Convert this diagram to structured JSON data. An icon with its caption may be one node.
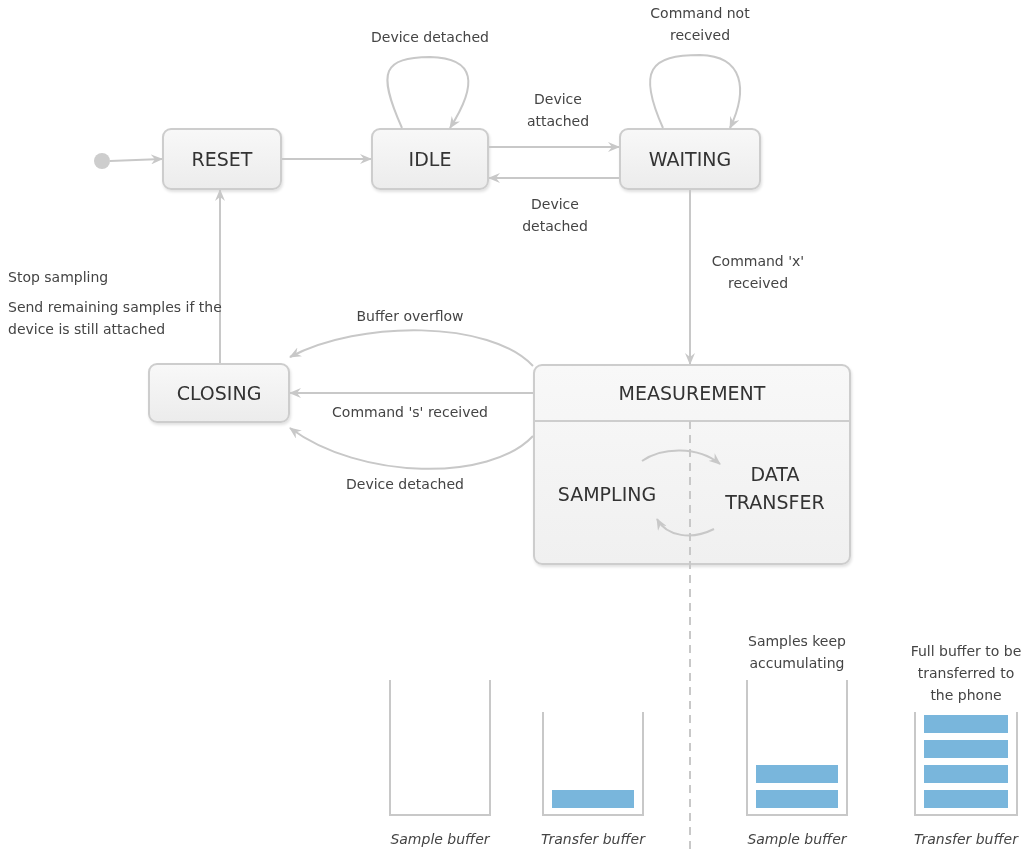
{
  "diagram": {
    "nodes": [
      {
        "text": [],
        "shape": "circle"
      },
      {
        "text": [
          "RESET"
        ]
      },
      {
        "text": [
          "IDLE"
        ]
      },
      {
        "text": [
          "WAITING"
        ]
      },
      {
        "text": [
          "CLOSING"
        ]
      },
      {
        "text": [
          "MEASUREMENT"
        ]
      },
      {
        "text": [
          "SAMPLING"
        ],
        "in": 5
      },
      {
        "text": [
          "DATA TRANSFER"
        ],
        "in": 5
      },
      {
        "text": [],
        "shape": "box",
        "beside": [
          "Sample buffer"
        ]
      },
      {
        "text": [],
        "shape": "box",
        "beside": [
          "Transfer buffer"
        ]
      },
      {
        "text": [],
        "shape": "box",
        "beside": [
          "Samples keep accumulating",
          "Sample buffer"
        ]
      },
      {
        "text": [],
        "shape": "box",
        "beside": [
          "Full buffer to be transferred to the phone",
          "Transfer buffer"
        ]
      }
    ],
    "edges": [
      {
        "from": 0,
        "to": 1,
        "arrow": "to"
      },
      {
        "from": 1,
        "to": 2,
        "arrow": "to"
      },
      {
        "from": 2,
        "to": 2,
        "arrow": "to",
        "label": "Device detached"
      },
      {
        "from": 2,
        "to": 3,
        "arrow": "to",
        "label": "Device attached"
      },
      {
        "from": 3,
        "to": 2,
        "arrow": "to",
        "label": "Device detached"
      },
      {
        "from": 3,
        "to": 3,
        "arrow": "to",
        "label": "Command not received"
      },
      {
        "from": 3,
        "to": 5,
        "arrow": "to",
        "label": "Command 'x' received"
      },
      {
        "from": 5,
        "to": 4,
        "arrow": "to",
        "label": "Buffer overflow"
      },
      {
        "from": 5,
        "to": 4,
        "arrow": "to",
        "label": "Command 's' received"
      },
      {
        "from": 5,
        "to": 4,
        "arrow": "to",
        "label": "Device detached"
      },
      {
        "from": 4,
        "to": 1,
        "arrow": "to"
      },
      {
        "from": 6,
        "to": 7,
        "arrow": "to"
      },
      {
        "from": 7,
        "to": 6,
        "arrow": "to"
      }
    ],
    "labels": [
      "Stop sampling",
      "Send remaining samples if the device is still attached"
    ]
  }
}
